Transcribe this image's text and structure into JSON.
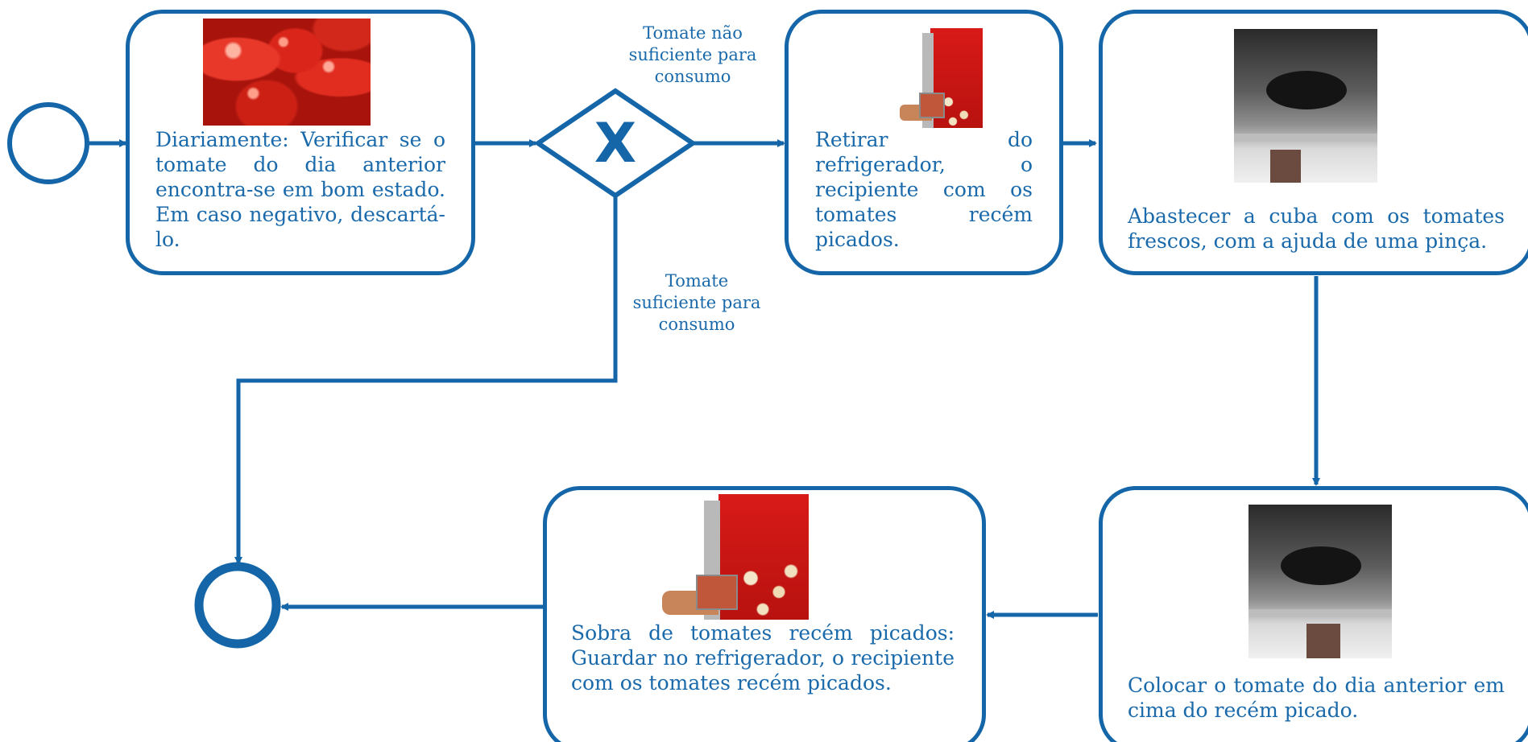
{
  "gateway": {
    "symbol": "X"
  },
  "labels": {
    "not_enough": "Tomate não suficiente para consumo",
    "enough": "Tomate suficiente para consumo"
  },
  "tasks": {
    "verify": "Diariamente: Verificar se o tomate do dia anterior encontra-se em bom estado. Em caso negativo, descartá-lo.",
    "remove": "Retirar do refrigerador, o recipiente com os tomates recém picados.",
    "supply": "Abastecer a cuba com os tomates frescos, com a ajuda de uma pinça.",
    "place": "Colocar o tomate do dia anterior em cima do recém picado.",
    "store": "Sobra de tomates recém picados: Guardar no refrigerador, o recipiente com os tomates recém picados."
  },
  "colors": {
    "accent": "#1466a8",
    "text": "#1a6aab"
  },
  "icons": {
    "start": "start-event-circle",
    "end": "end-event-circle",
    "gateway": "exclusive-gateway-diamond",
    "tomatoes": "tomatoes-photo",
    "fridge": "refrigerator-container-photo",
    "tray": "food-tray-tongs-photo"
  }
}
